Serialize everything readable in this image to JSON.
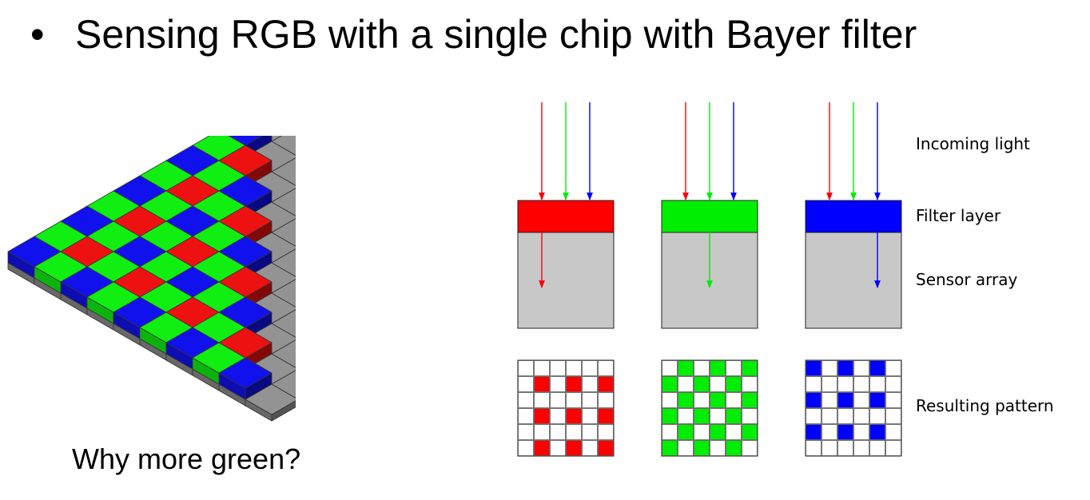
{
  "slide": {
    "bullet": "•",
    "title": "Sensing RGB with a single chip with Bayer filter",
    "caption": "Why more green?"
  },
  "diagram": {
    "labels": {
      "incoming": "Incoming light",
      "filter": "Filter layer",
      "sensor": "Sensor array",
      "pattern": "Resulting pattern"
    },
    "filters": [
      {
        "name": "red",
        "color": "#ff0000"
      },
      {
        "name": "green",
        "color": "#00ee00"
      },
      {
        "name": "blue",
        "color": "#0000ff"
      }
    ],
    "sensor_color": "#c8c8c8"
  },
  "colors": {
    "red": "#ee1111",
    "green": "#11ee11",
    "blue": "#1111ee",
    "gray": "#8a8a8a"
  }
}
